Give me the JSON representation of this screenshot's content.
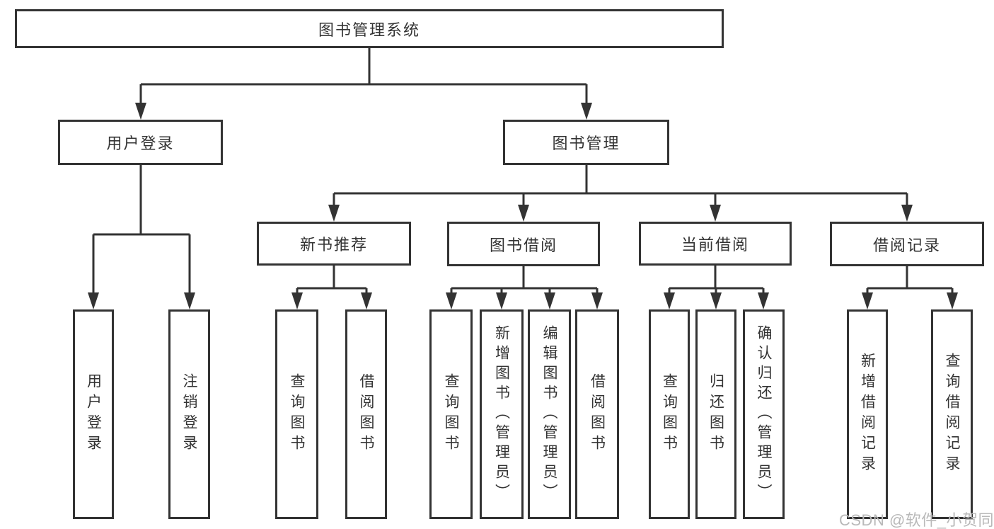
{
  "diagram": {
    "root": {
      "label": "图书管理系统"
    },
    "level2": {
      "user_login": {
        "label": "用户登录"
      },
      "book_management": {
        "label": "图书管理"
      }
    },
    "level3": {
      "new_book_recommend": {
        "label": "新书推荐"
      },
      "book_borrow": {
        "label": "图书借阅"
      },
      "current_borrow": {
        "label": "当前借阅"
      },
      "borrow_records": {
        "label": "借阅记录"
      }
    },
    "leaves": {
      "user_login": [
        "用户登录",
        "注销登录"
      ],
      "new_book_recommend": [
        "查询图书",
        "借阅图书"
      ],
      "book_borrow": [
        "查询图书",
        "新增图书（管理员）",
        "编辑图书（管理员）",
        "借阅图书"
      ],
      "current_borrow": [
        "查询图书",
        "归还图书",
        "确认归还（管理员）"
      ],
      "borrow_records": [
        "新增借阅记录",
        "查询借阅记录"
      ]
    }
  },
  "watermark": {
    "text": "CSDN @软件_小贺同学",
    "color": "#b9b9b9"
  },
  "colors": {
    "line": "#333333",
    "border": "#333333",
    "text": "#333333",
    "background": "#ffffff",
    "watermark": "#b9b9b9"
  }
}
